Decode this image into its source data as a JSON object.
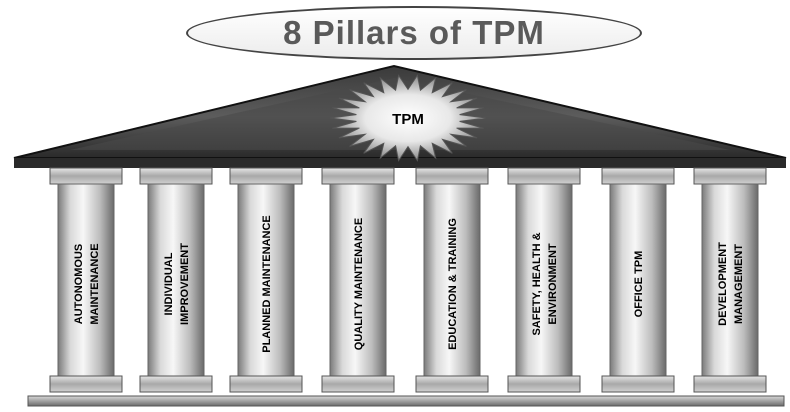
{
  "title": "8 Pillars of TPM",
  "roof_label": "TPM",
  "pillars": [
    {
      "lines": [
        "AUTONOMOUS",
        "MAINTENANCE"
      ]
    },
    {
      "lines": [
        "INDIVIDUAL",
        "IMPROVEMENT"
      ]
    },
    {
      "lines": [
        "PLANNED MAINTENANCE"
      ]
    },
    {
      "lines": [
        "QUALITY MAINTENANCE"
      ]
    },
    {
      "lines": [
        "EDUCATION & TRAINING"
      ]
    },
    {
      "lines": [
        "SAFETY, HEALTH &",
        "ENVIRONMENT"
      ]
    },
    {
      "lines": [
        "OFFICE TPM"
      ]
    },
    {
      "lines": [
        "DEVELOPMENT",
        "MANAGEMENT"
      ]
    }
  ],
  "colors": {
    "roof_dark": "#1e1e1e",
    "roof_light": "#bdbdbd",
    "pillar_light": "#f4f4f4",
    "pillar_dark": "#6e6e6e",
    "text": "#000000"
  }
}
